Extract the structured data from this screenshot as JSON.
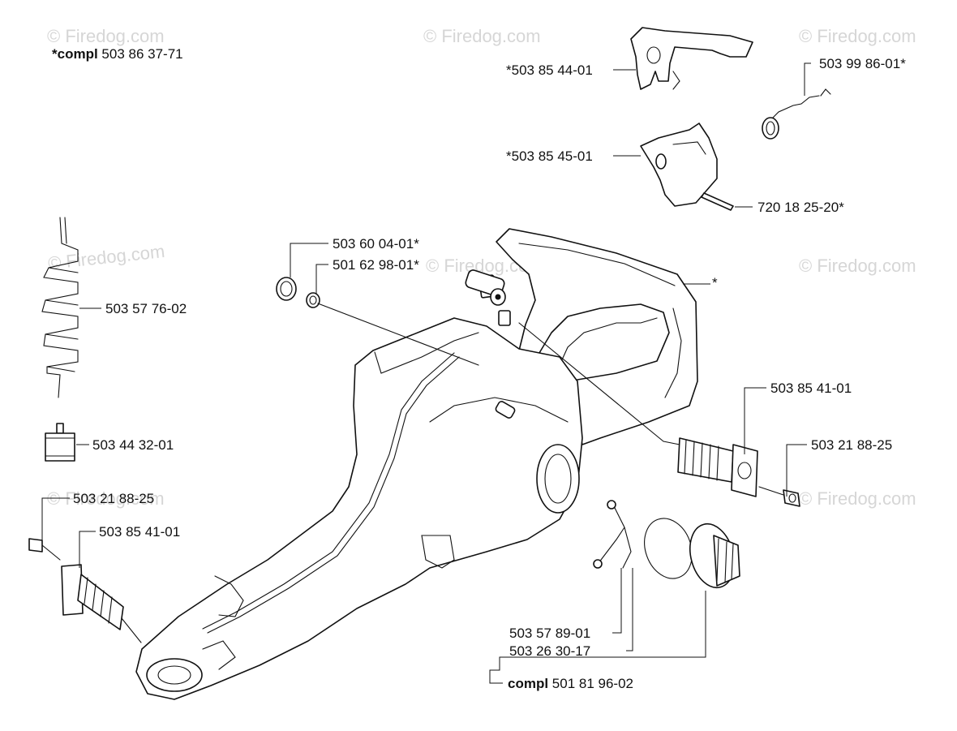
{
  "watermark": "© Firedog.com",
  "labels": {
    "compl_top_prefix": "*compl",
    "compl_top_number": "503 86 37-71",
    "p503854401": "*503 85 44-01",
    "p503998601": "503 99 86-01*",
    "p503854501": "*503 85 45-01",
    "p720182520": "720 18 25-20*",
    "p503600401": "503 60 04-01*",
    "p501629801": "501 62 98-01*",
    "star": "*",
    "p503577602": "503 57 76-02",
    "p503443201": "503 44 32-01",
    "p503854101_right": "503 85 41-01",
    "p503218825_right": "503 21 88-25",
    "p503218825_left": "503 21 88-25",
    "p503854101_left": "503 85 41-01",
    "p503578901": "503 57 89-01",
    "p503263017": "503 26 30-17",
    "compl_bottom_prefix": "compl",
    "compl_bottom_number": "501 81 96-02"
  },
  "icons": {
    "tank": "fuel-tank-housing-icon",
    "hose": "coiled-fuel-hose-icon",
    "filter": "fuel-filter-icon",
    "spring": "vibration-damper-spring-icon",
    "bolt": "screw-icon",
    "cap": "fuel-cap-icon"
  }
}
